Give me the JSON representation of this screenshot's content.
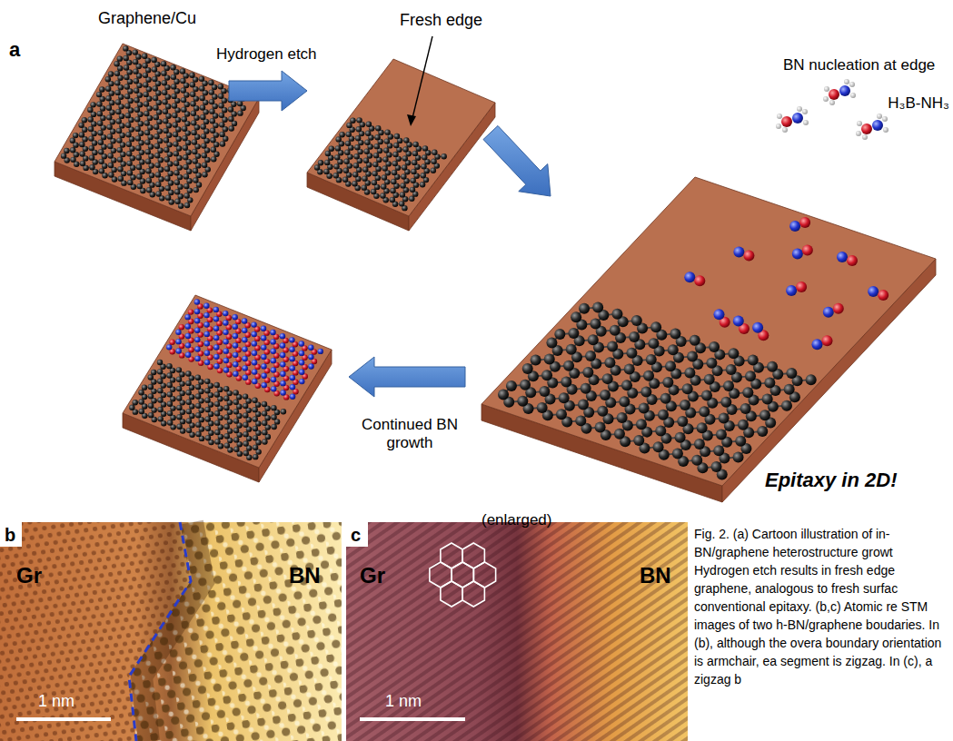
{
  "diagram": {
    "caption": "Fig. 2. (a) Cartoon illustration of in- BN/graphene heterostructure growt Hydrogen etch results in fresh edge graphene, analogous to fresh surfac conventional epitaxy. (b,c) Atomic re STM images of two h-BN/graphene boudaries. In (b), although the overa boundary orientation is armchair, ea segment is zigzag. In (c), a zigzag b",
    "labels": [
      "a",
      "Graphene/Cu",
      "Hydrogen etch",
      "Fresh edge",
      "BN nucleation at edge",
      "H₃B-NH₃",
      "Continued BN growth",
      "Epitaxy in 2D!",
      "(enlarged)",
      "b",
      "Gr",
      "BN",
      "1 nm",
      "c",
      "Gr",
      "BN",
      "1 nm"
    ]
  }
}
